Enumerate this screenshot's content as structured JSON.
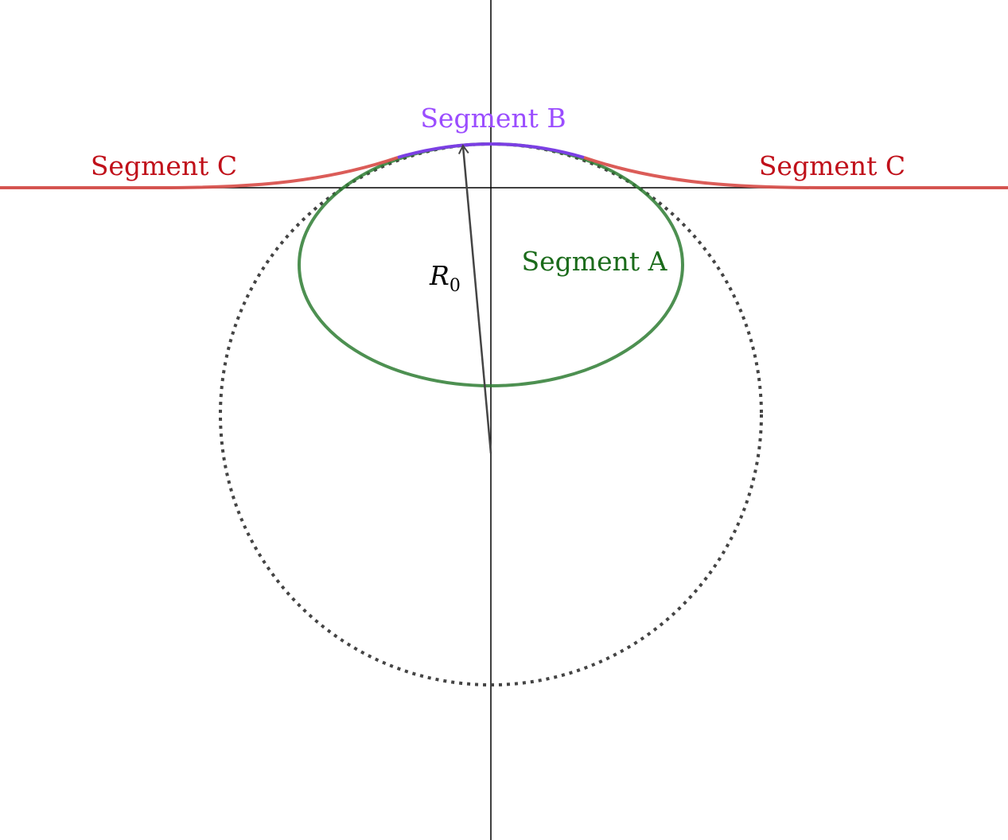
{
  "labels": {
    "segment_a": "Segment A",
    "segment_b": "Segment B",
    "segment_c_left": "Segment C",
    "segment_c_right": "Segment C",
    "radius_symbol": "R",
    "radius_subscript": "0"
  },
  "colors": {
    "segment_a": "#2e7d32",
    "segment_a_label": "#1b6b1b",
    "segment_b": "#7b3fe4",
    "segment_b_label": "#9b4dff",
    "segment_c": "#d9534f",
    "segment_c_label": "#c0101a",
    "reference_circle": "#444444",
    "radius_arrow": "#444444",
    "axes": "#000000"
  }
}
